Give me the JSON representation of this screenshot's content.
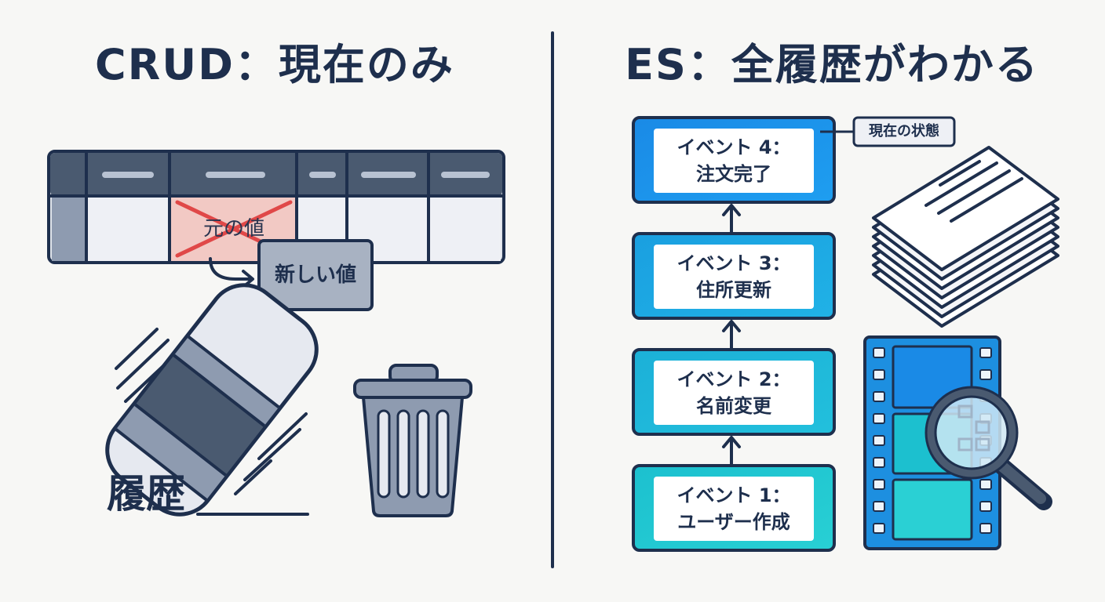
{
  "left": {
    "title": "CRUD：現在のみ",
    "old_value": "元の値",
    "new_value": "新しい値",
    "history_label": "履歴"
  },
  "right": {
    "title": "ES：全履歴がわかる",
    "current_state_tag": "現在の状態",
    "events": [
      {
        "line1": "イベント 4：",
        "line2": "注文完了"
      },
      {
        "line1": "イベント 3：",
        "line2": "住所更新"
      },
      {
        "line1": "イベント 2：",
        "line2": "名前変更"
      },
      {
        "line1": "イベント 1：",
        "line2": "ユーザー作成"
      }
    ]
  },
  "colors": {
    "navy": "#1e2f4d",
    "header_slate": "#4a5a70",
    "event_blue": "#1d8fe0",
    "event_teal": "#1cc2cf",
    "strike_red": "#e04848"
  },
  "icons": [
    "eraser-icon",
    "trash-can-icon",
    "document-stack-icon",
    "film-strip-icon",
    "magnifier-icon",
    "arrow-up-icon",
    "curved-arrow-icon"
  ]
}
